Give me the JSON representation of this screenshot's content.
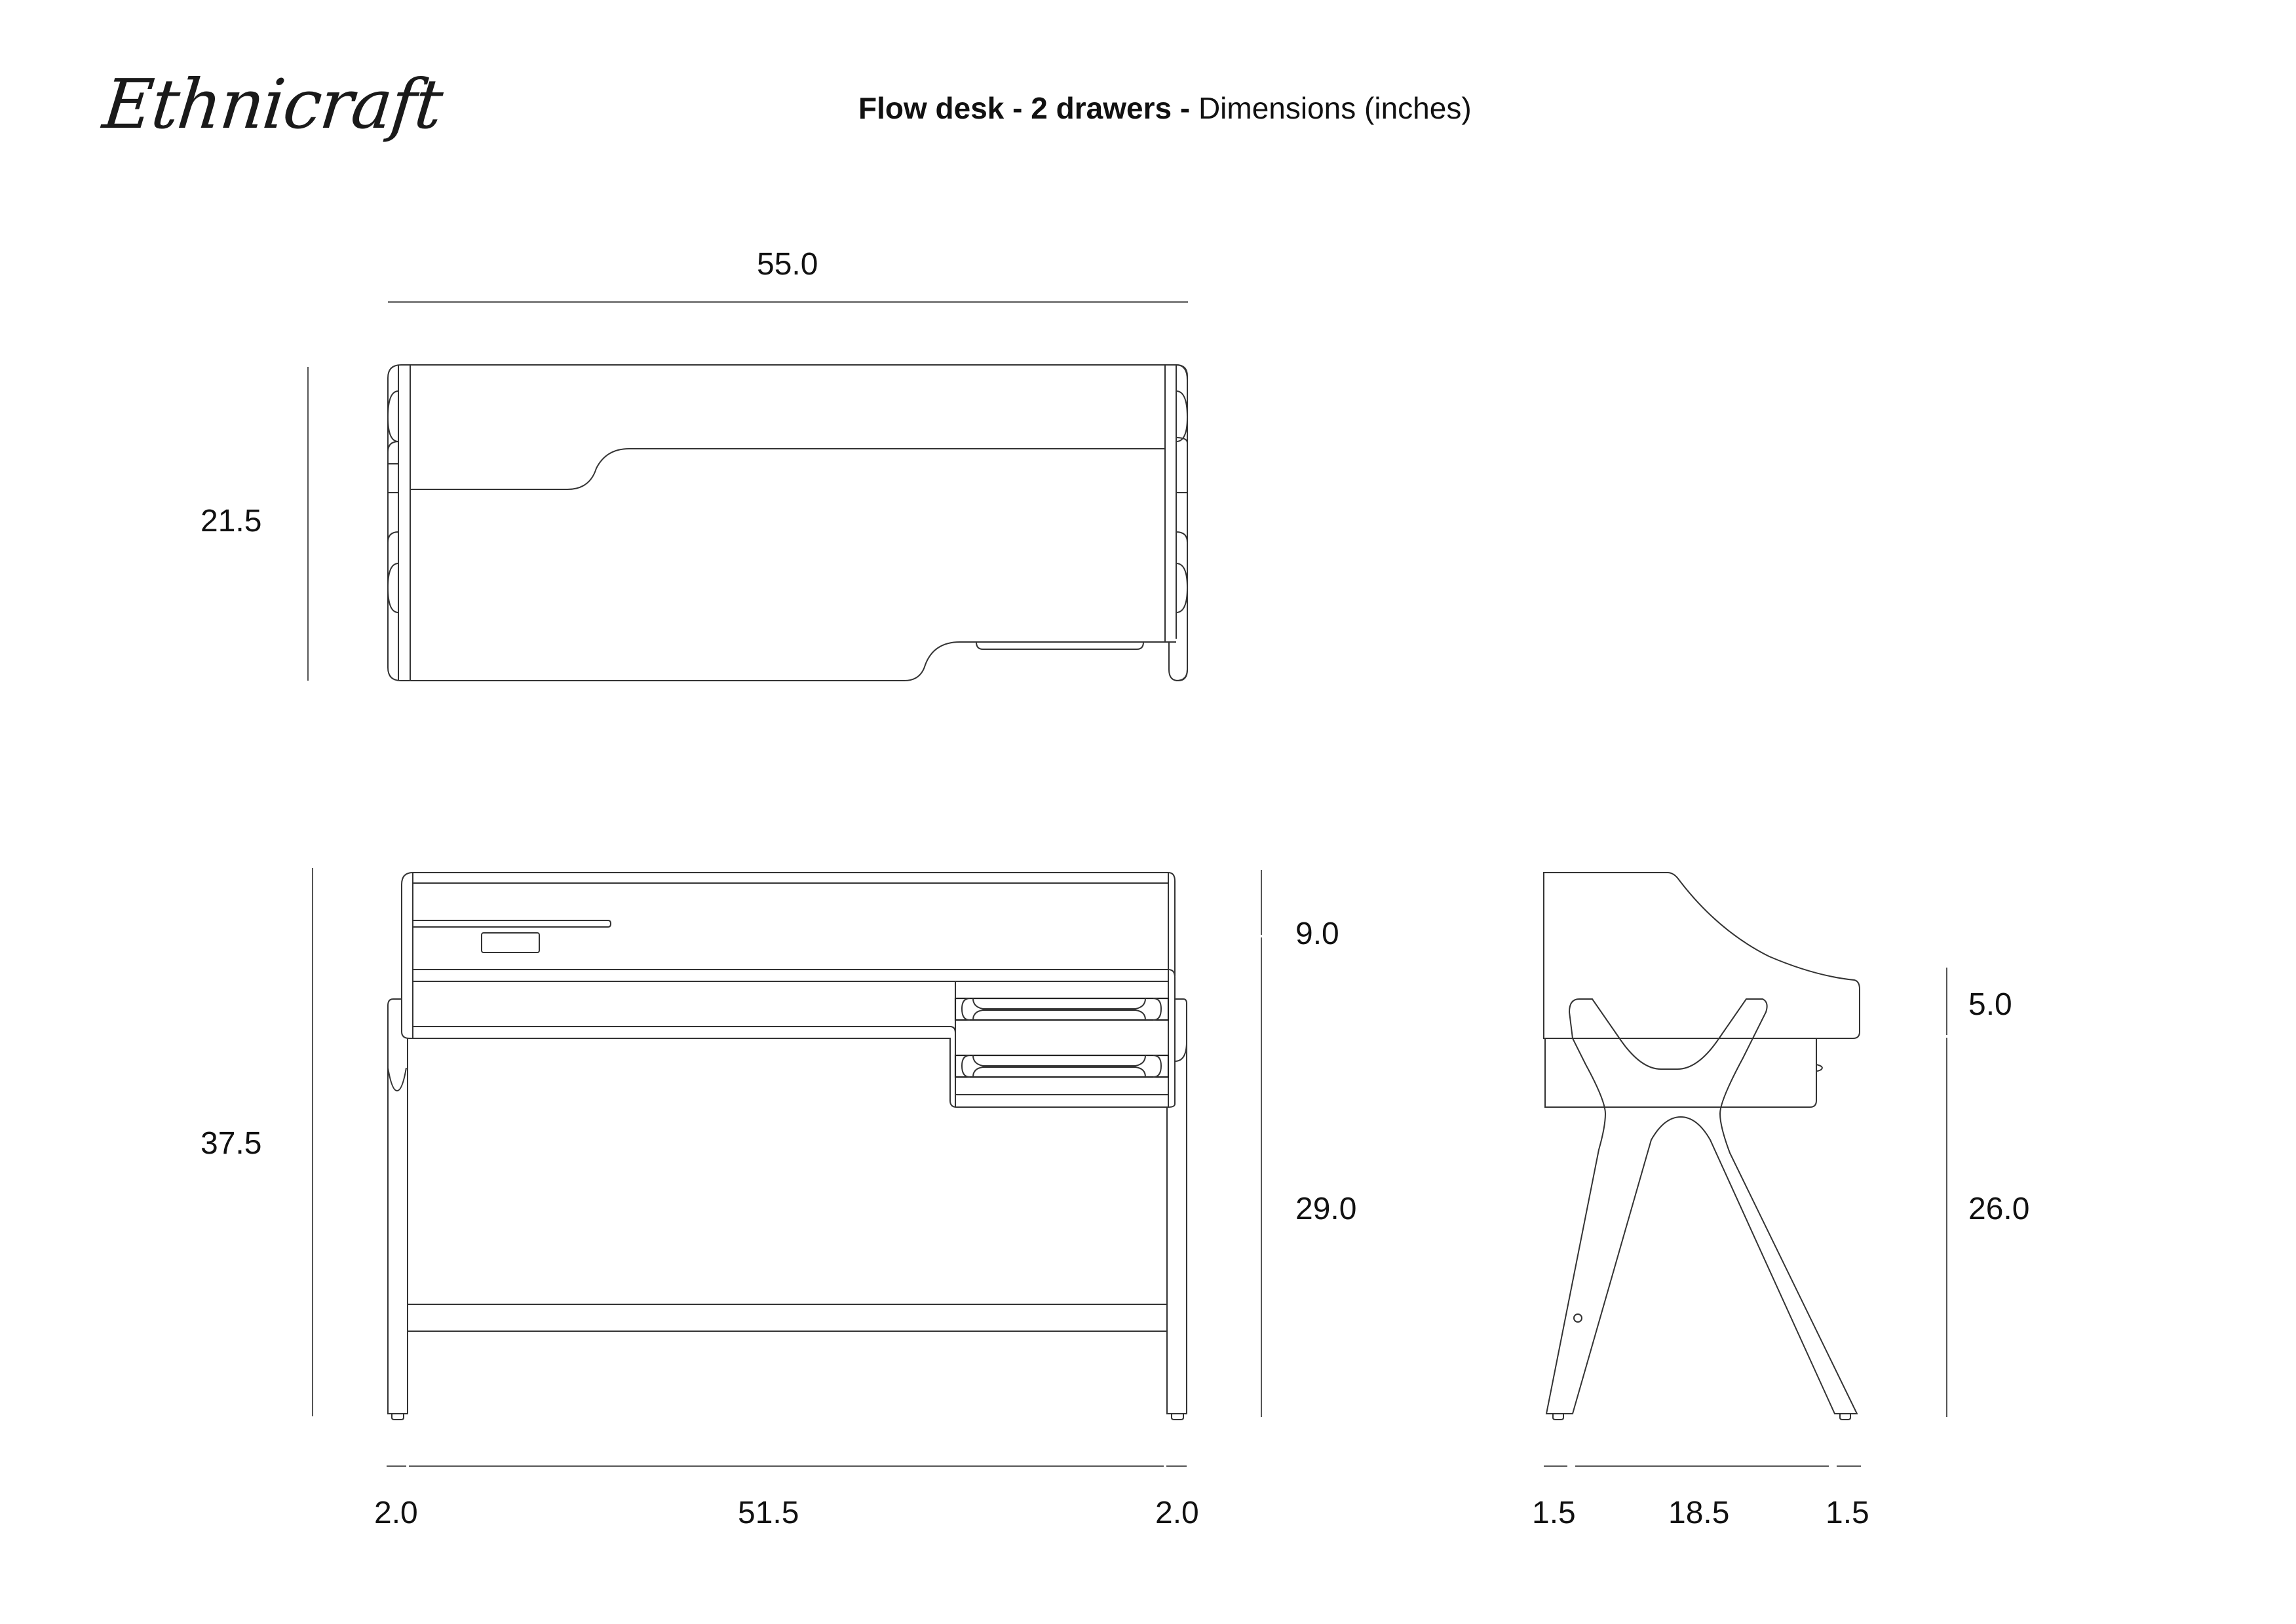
{
  "brand": {
    "logo_text": "Ethnicraft"
  },
  "header": {
    "title_bold": "Flow desk - 2 drawers -",
    "title_light": "Dimensions (inches)"
  },
  "views": {
    "top_view": {
      "width_label": "55.0",
      "depth_label": "21.5"
    },
    "front_view": {
      "total_height_label": "37.5",
      "upper_section_label": "9.0",
      "desk_height_label": "29.0",
      "left_leg_label": "2.0",
      "inner_width_label": "51.5",
      "right_leg_label": "2.0"
    },
    "side_view": {
      "upper_section_label": "5.0",
      "desk_height_label": "26.0",
      "left_leg_label": "1.5",
      "inner_depth_label": "18.5",
      "right_leg_label": "1.5"
    }
  },
  "colors": {
    "line": "#333333",
    "text": "#111111",
    "background": "#ffffff"
  }
}
